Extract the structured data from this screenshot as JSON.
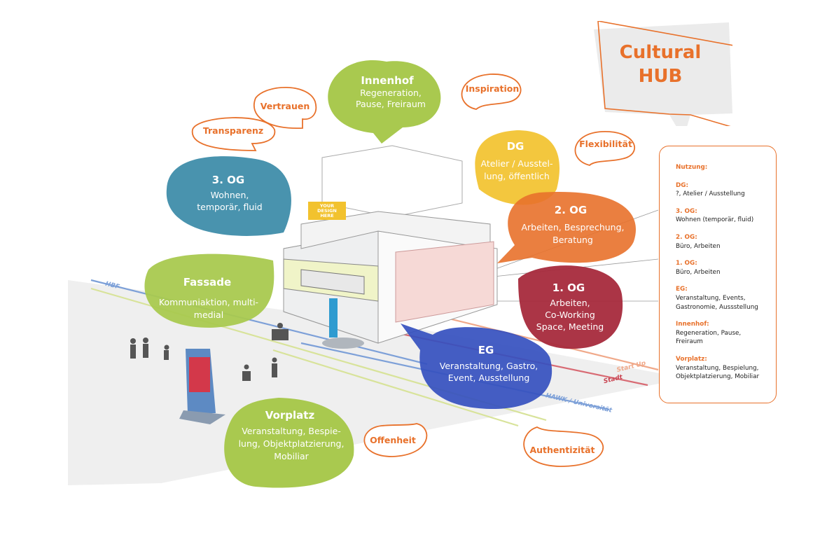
{
  "hub": {
    "title_line1": "Cultural",
    "title_line2": "HUB"
  },
  "bubbles": {
    "innenhof": {
      "title": "Innenhof",
      "line1": "Regeneration,",
      "line2": "Pause, Freiraum",
      "color": "#a9c94f"
    },
    "dg": {
      "title": "DG",
      "line1": "Atelier / Ausstel-",
      "line2": "lung, öffentlich",
      "color": "#f2c22e"
    },
    "og3": {
      "title": "3. OG",
      "line1": "Wohnen,",
      "line2": "temporär,  fluid",
      "color": "#3a8aa7"
    },
    "og2": {
      "title": "2. OG",
      "line1": "Arbeiten, Besprechung,",
      "line2": "Beratung",
      "color": "#e8712b"
    },
    "fassade": {
      "title": "Fassade",
      "line1": "Kommuniaktion, multi-",
      "line2": "medial",
      "color": "#a9c94f"
    },
    "og1": {
      "title": "1. OG",
      "line1": "Arbeiten,",
      "line2": "Co-Working",
      "line3": "Space, Meeting",
      "color": "#a72a3c"
    },
    "eg": {
      "title": "EG",
      "line1": "Veranstaltung, Gastro,",
      "line2": "Event, Ausstellung",
      "color": "#3550bf"
    },
    "vorplatz": {
      "title": "Vorplatz",
      "line1": "Veranstaltung, Bespie-",
      "line2": "lung, Objektplatzierung,",
      "line3": "Mobiliar",
      "color": "#a9c94f"
    }
  },
  "keywords": {
    "vertrauen": "Vertrauen",
    "transparenz": "Transparenz",
    "inspiration": "Inspiration",
    "flexibilitaet": "Flexibilität",
    "offenheit": "Offenheit",
    "authentizitaet": "Authentizität",
    "color": "#e8712b"
  },
  "billboard": {
    "line1": "YOUR",
    "line2": "DESIGN",
    "line3": "HERE"
  },
  "roads": {
    "hbf": "HBF",
    "hawk": "HAWK / Universität",
    "startup": "Start Up",
    "stadt": "Stadt"
  },
  "panel": {
    "heading": "Nutzung:",
    "items": [
      {
        "key": "DG:",
        "value": "?, Atelier / Ausstellung"
      },
      {
        "key": "3. OG:",
        "value": "Wohnen (temporär, fluid)"
      },
      {
        "key": "2. OG:",
        "value": "Büro, Arbeiten"
      },
      {
        "key": "1. OG:",
        "value": "Büro, Arbeiten"
      },
      {
        "key": "EG:",
        "value": "Veranstaltung, Events, Gastronomie, Aussstellung"
      },
      {
        "key": "Innenhof:",
        "value": "Regeneration, Pause, Freiraum"
      },
      {
        "key": "Vorplatz:",
        "value": "Veranstaltung, Bespielung, Objektplatzierung, Mobiliar"
      }
    ]
  }
}
